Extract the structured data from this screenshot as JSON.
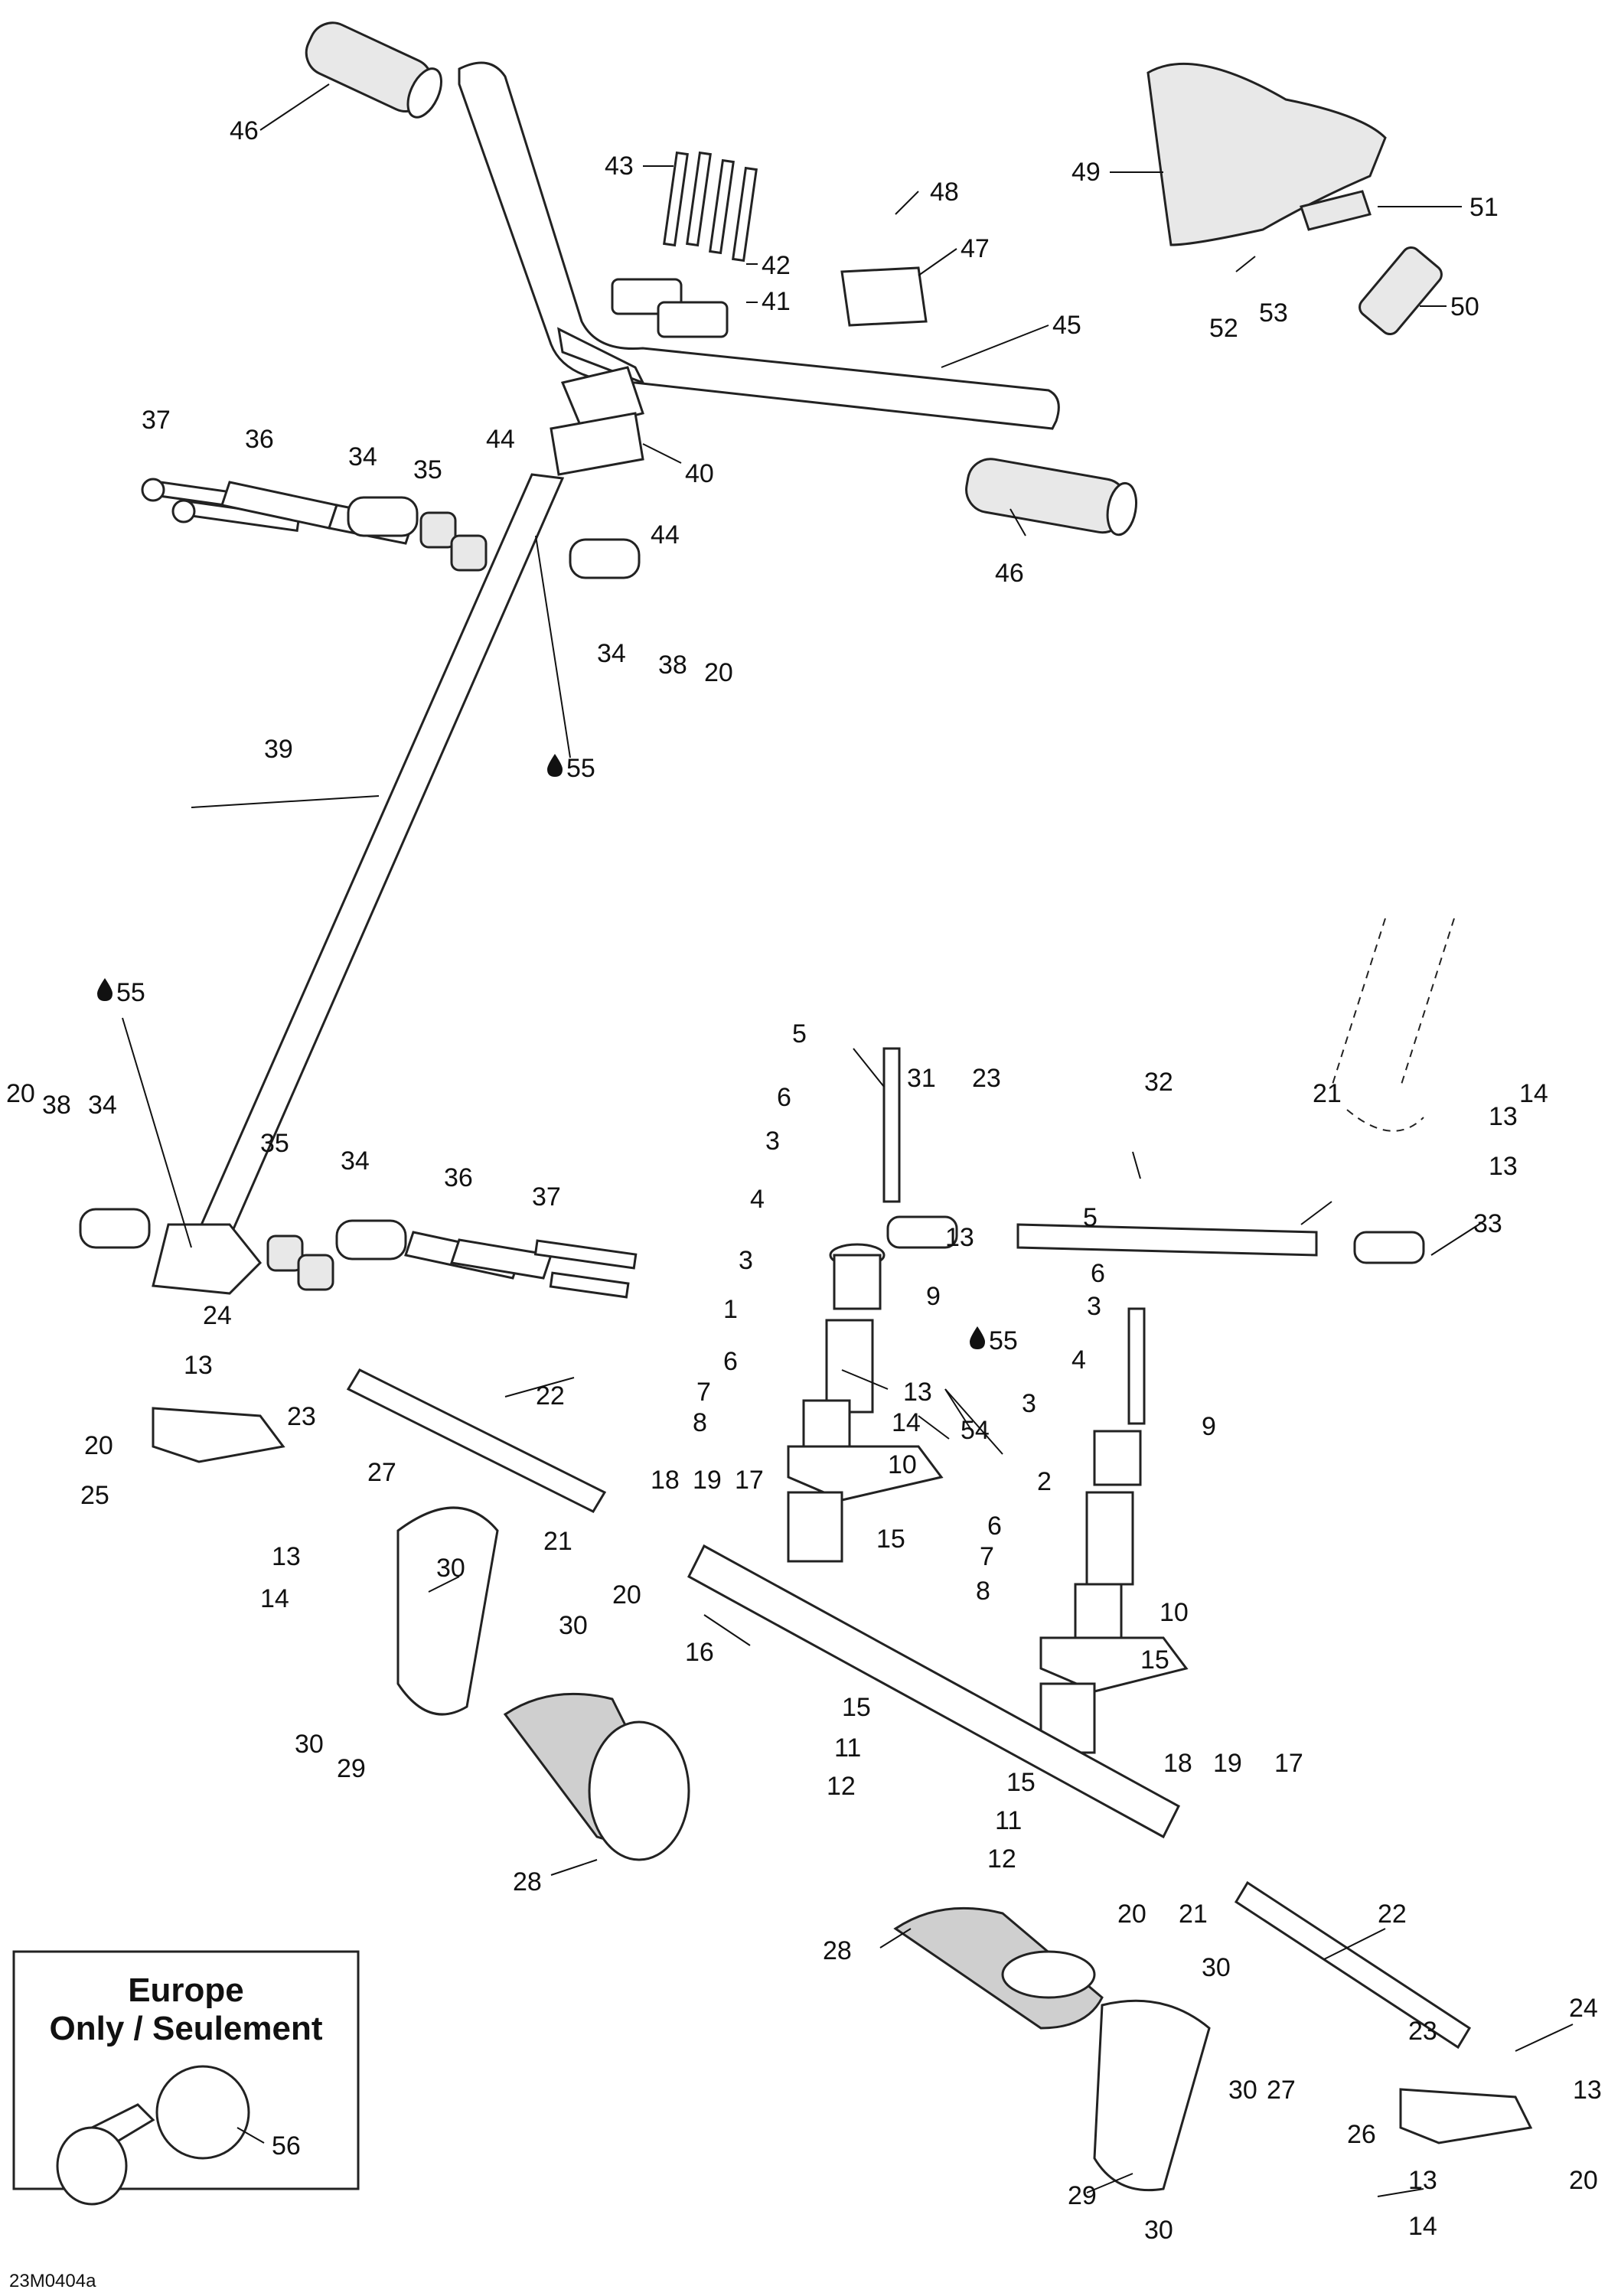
{
  "callouts": {
    "c1": "1",
    "c2": "2",
    "c3": "3",
    "c4": "4",
    "c5": "5",
    "c6": "6",
    "c7": "7",
    "c8": "8",
    "c9": "9",
    "c10": "10",
    "c11": "11",
    "c12": "12",
    "c13": "13",
    "c14": "14",
    "c15": "15",
    "c16": "16",
    "c17": "17",
    "c18": "18",
    "c19": "19",
    "c20": "20",
    "c21": "21",
    "c22": "22",
    "c23": "23",
    "c24": "24",
    "c25": "25",
    "c26": "26",
    "c27": "27",
    "c28": "28",
    "c29": "29",
    "c30": "30",
    "c31": "31",
    "c32": "32",
    "c33": "33",
    "c34": "34",
    "c35": "35",
    "c36": "36",
    "c37": "37",
    "c38": "38",
    "c39": "39",
    "c40": "40",
    "c41": "41",
    "c42": "42",
    "c43": "43",
    "c44": "44",
    "c45": "45",
    "c46": "46",
    "c47": "47",
    "c48": "48",
    "c49": "49",
    "c50": "50",
    "c51": "51",
    "c52": "52",
    "c53": "53",
    "c54": "54",
    "c55": "55",
    "c56": "56"
  },
  "europe_box": {
    "line1": "Europe",
    "line2": "Only / Seulement"
  },
  "reference_code": "23M0404a",
  "icons": {
    "grease": "oil-drop-icon"
  }
}
